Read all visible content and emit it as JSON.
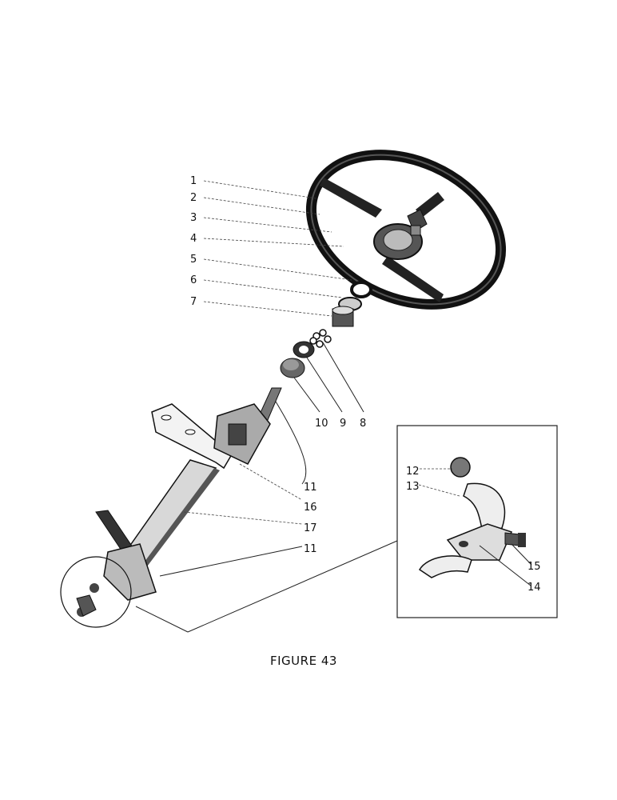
{
  "figure": {
    "caption": "FIGURE 43"
  },
  "callouts": {
    "c1": "1",
    "c2": "2",
    "c3": "3",
    "c4": "4",
    "c5": "5",
    "c6": "6",
    "c7": "7",
    "c8": "8",
    "c9": "9",
    "c10": "10",
    "c11a": "11",
    "c16": "16",
    "c17": "17",
    "c11b": "11",
    "c12": "12",
    "c13": "13",
    "c14": "14",
    "c15": "15"
  }
}
